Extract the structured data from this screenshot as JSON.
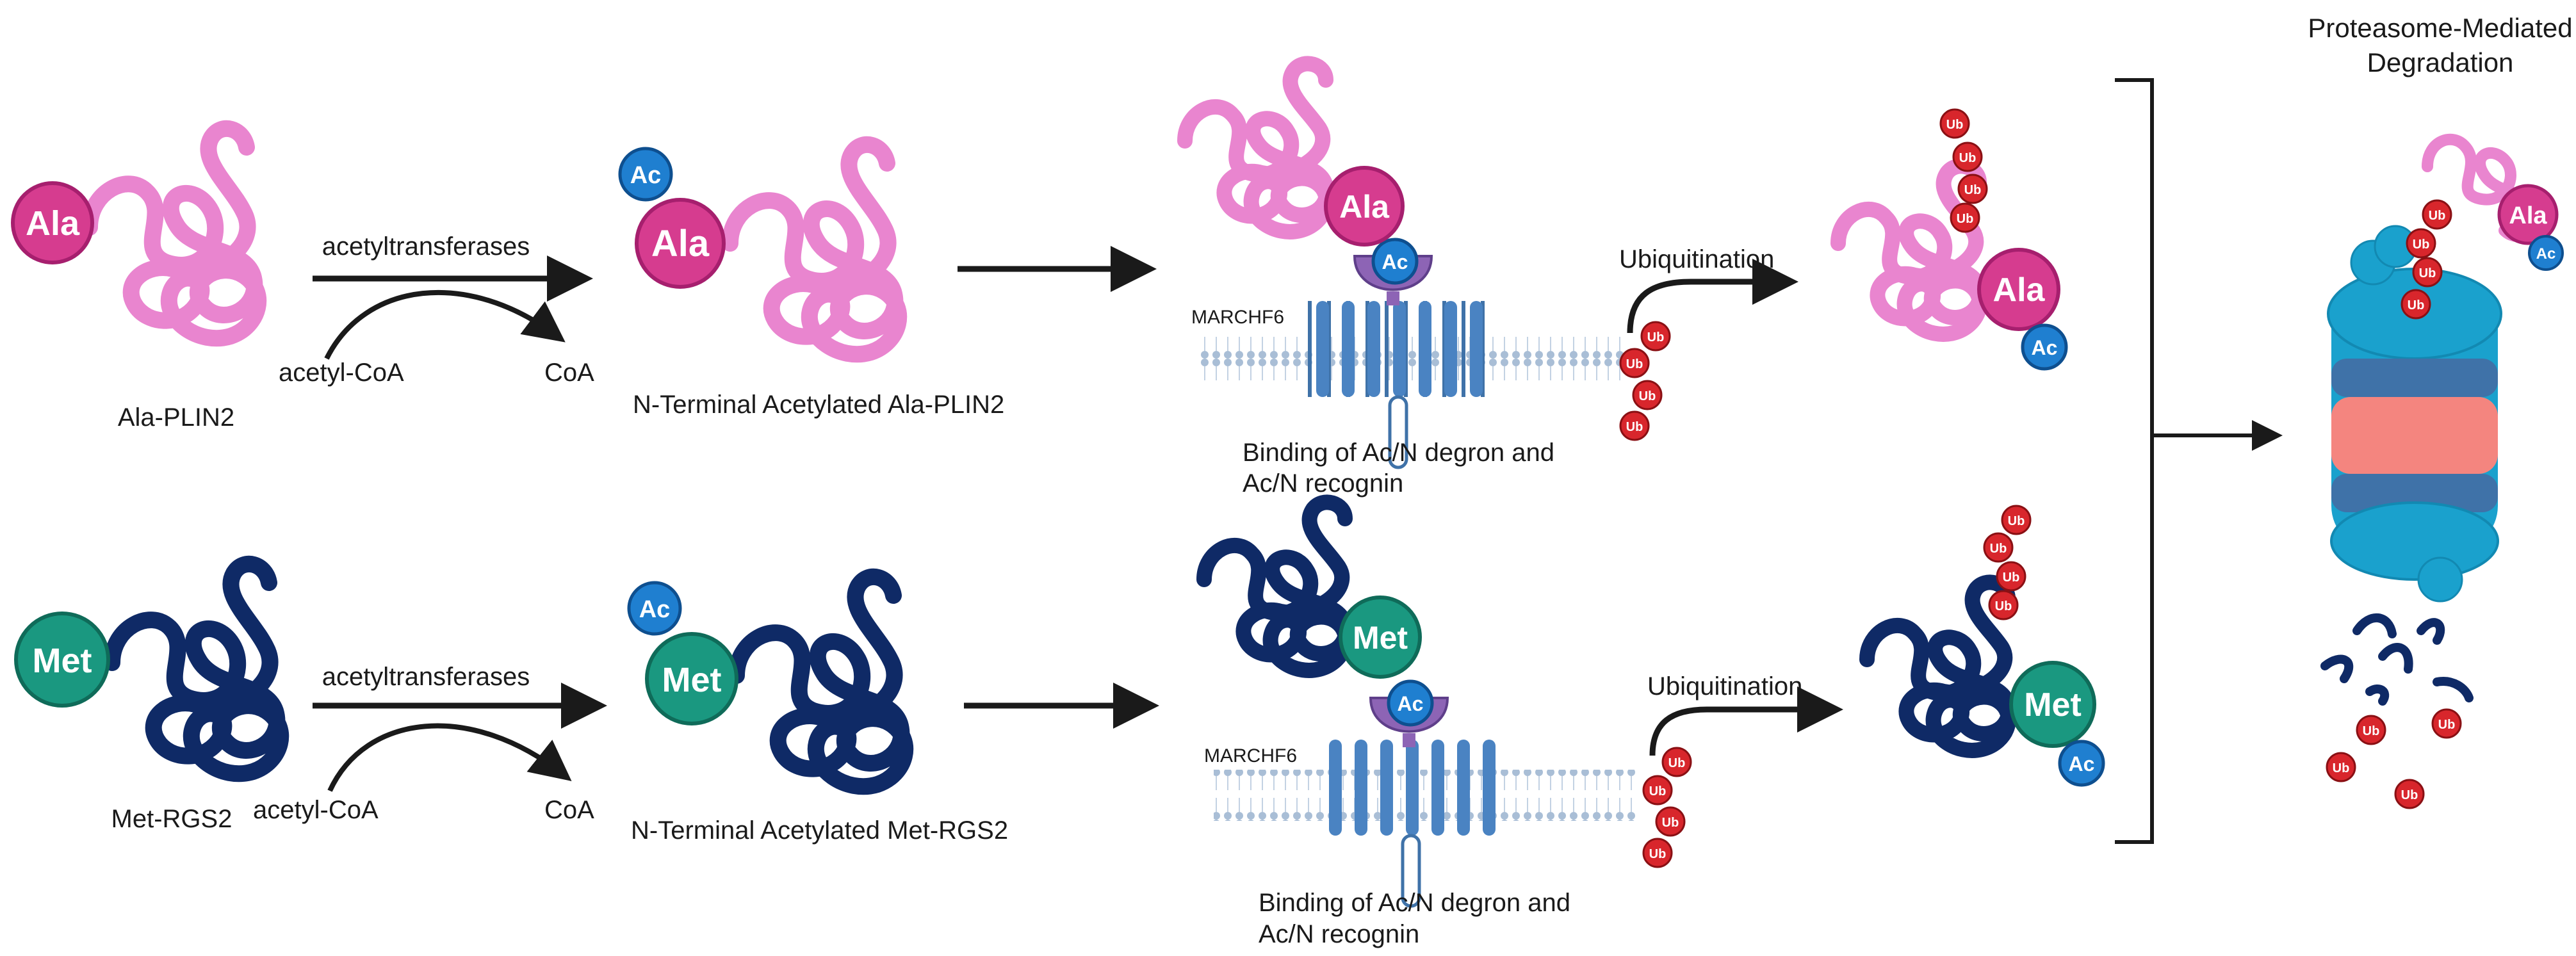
{
  "residues": {
    "ala": "Ala",
    "met": "Met"
  },
  "modifications": {
    "acetyl": "Ac",
    "ubiquitin": "Ub"
  },
  "top_row": {
    "substrate_label": "Ala-PLIN2",
    "enzyme_label": "acetyltransferases",
    "cofactor_in": "acetyl-CoA",
    "cofactor_out": "CoA",
    "product_label": "N-Terminal Acetylated Ala-PLIN2",
    "receptor_label": "MARCHF6",
    "binding_caption_line1": "Binding of Ac/N degron and",
    "binding_caption_line2": "Ac/N recognin",
    "process_label": "Ubiquitination"
  },
  "bottom_row": {
    "substrate_label": "Met-RGS2",
    "enzyme_label": "acetyltransferases",
    "cofactor_in": "acetyl-CoA",
    "cofactor_out": "CoA",
    "product_label": "N-Terminal Acetylated Met-RGS2",
    "receptor_label": "MARCHF6",
    "binding_caption_line1": "Binding of Ac/N degron and",
    "binding_caption_line2": "Ac/N recognin",
    "process_label": "Ubiquitination"
  },
  "outcome": {
    "title_line1": "Proteasome-Mediated",
    "title_line2": "Degradation"
  },
  "colors": {
    "ala_badge": "#d63c8f",
    "ala_protein": "#e985cf",
    "met_badge": "#1a9880",
    "met_protein": "#0f2a66",
    "acetyl": "#1f7fd0",
    "ubiquitin": "#d8262c",
    "receptor": "#4a83c2",
    "recognin": "#8d64b5",
    "membrane": "#a9bed6",
    "proteasome_outer": "#1aa1cd",
    "proteasome_beta": "#3f72a8",
    "proteasome_alpha": "#f4857f"
  }
}
